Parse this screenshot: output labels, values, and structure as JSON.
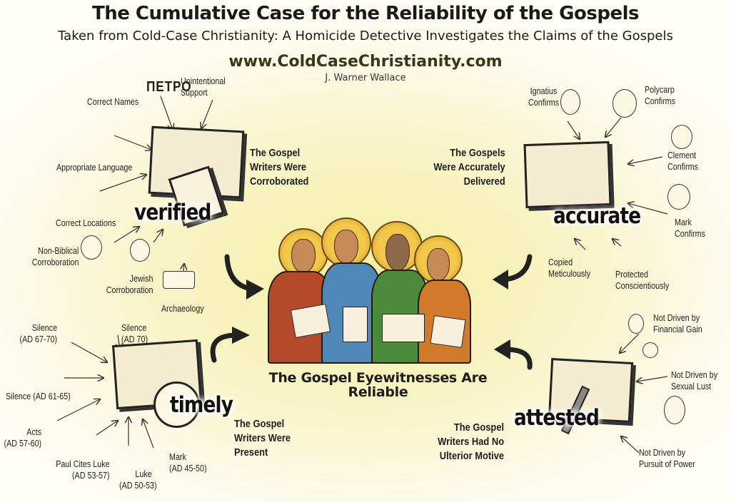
{
  "header": {
    "title": "The Cumulative Case for the Reliability of the Gospels",
    "subtitle": "Taken from Cold-Case Christianity: A Homicide Detective Investigates the Claims of the Gospels",
    "url": "www.ColdCaseChristianity.com",
    "author": "J. Warner Wallace"
  },
  "center": {
    "caption": "The Gospel Eyewitnesses Are Reliable"
  },
  "verified": {
    "keyword": "verified",
    "statement": [
      "The Gospel",
      "Writers Were",
      "Corroborated"
    ],
    "greek_lettering": "ΠΕΤΡΟ",
    "items": {
      "correct_names": "Correct Names",
      "unintentional_support": [
        "Unintentional",
        "Support"
      ],
      "appropriate_language": "Appropriate Language",
      "correct_locations": "Correct Locations",
      "non_biblical": [
        "Non-Biblical",
        "Corroboration"
      ],
      "jewish": [
        "Jewish",
        "Corroboration"
      ],
      "archaeology": "Archaeology"
    }
  },
  "accurate": {
    "keyword": "accurate",
    "statement": [
      "The Gospels",
      "Were Accurately",
      "Delivered"
    ],
    "items": {
      "ignatius": [
        "Ignatius",
        "Confirms"
      ],
      "polycarp": [
        "Polycarp",
        "Confirms"
      ],
      "clement": [
        "Clement",
        "Confirms"
      ],
      "mark": [
        "Mark",
        "Confirms"
      ],
      "copied": [
        "Copied",
        "Meticulously"
      ],
      "protected": [
        "Protected",
        "Conscientiously"
      ]
    }
  },
  "timely": {
    "keyword": "timely",
    "statement": [
      "The Gospel",
      "Writers Were",
      "Present"
    ],
    "items": {
      "silence_67": [
        "Silence",
        "(AD 67-70)"
      ],
      "silence_70": [
        "Silence",
        "(AD 70)"
      ],
      "silence_61": "Silence (AD 61-65)",
      "acts": [
        "Acts",
        "(AD 57-60)"
      ],
      "paul": [
        "Paul Cites Luke",
        "(AD 53-57)"
      ],
      "luke": [
        "Luke",
        "(AD 50-53)"
      ],
      "mark": [
        "Mark",
        "(AD 45-50)"
      ]
    }
  },
  "attested": {
    "keyword": "attested",
    "statement": [
      "The Gospel",
      "Writers Had No",
      "Ulterior Motive"
    ],
    "items": {
      "financial": [
        "Not Driven by",
        "Financial Gain"
      ],
      "sexual": [
        "Not Driven by",
        "Sexual Lust"
      ],
      "power": [
        "Not Driven by",
        "Pursuit of Power"
      ]
    }
  }
}
